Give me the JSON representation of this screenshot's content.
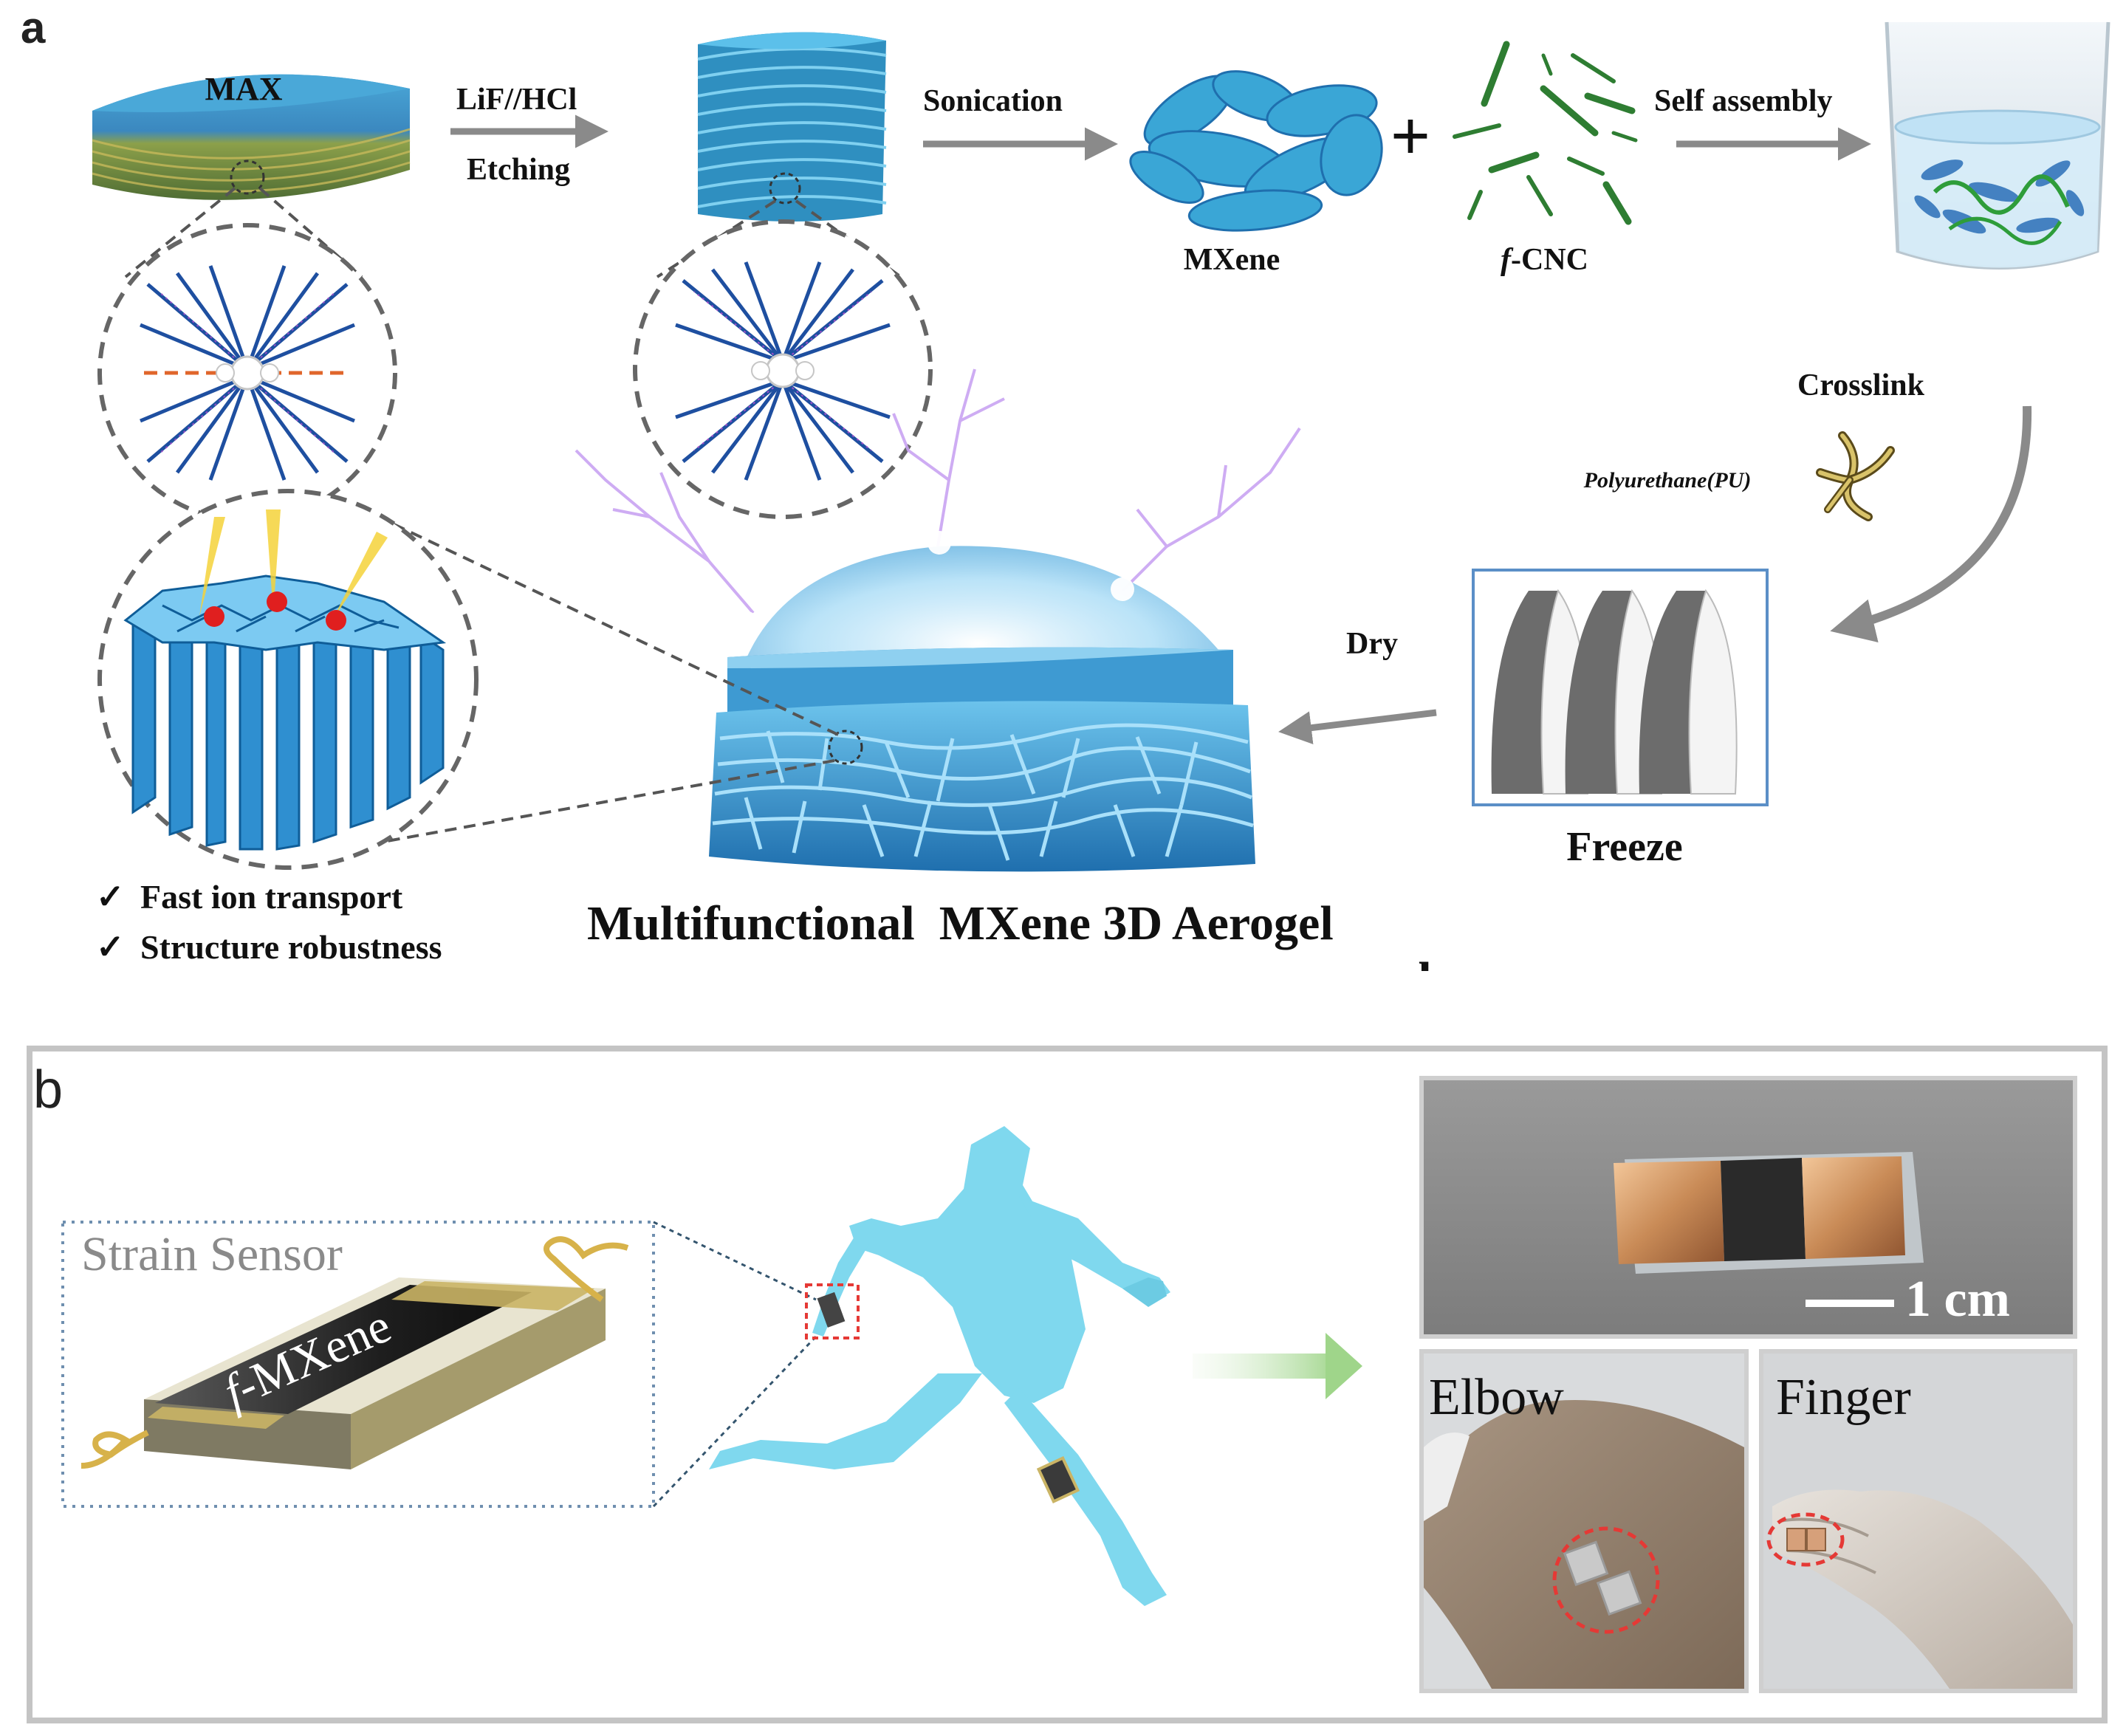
{
  "panel_a": {
    "label": "a",
    "max_label": "MAX",
    "etch_reagent": "LiF//HCl",
    "etch_label": "Etching",
    "sonication_label": "Sonication",
    "mxene_label": "MXene",
    "plus_sign": "+",
    "cnc_prefix": "f",
    "cnc_suffix": "-CNC",
    "self_assembly_label": "Self assembly",
    "crosslink_label": "Crosslink",
    "pu_label": "Polyurethane(PU)",
    "dry_label": "Dry",
    "freeze_label": "Freeze",
    "feature_1": "Fast ion transport",
    "feature_2": "Structure robustness",
    "check_mark": "✓",
    "aerogel_title": "Multifunctional  MXene 3D Aerogel",
    "stray_mark": "d"
  },
  "panel_b": {
    "label": "b",
    "sensor_title": "Strain Sensor",
    "sensor_material_prefix": "f",
    "sensor_material_suffix": "-MXene",
    "scale_bar": "1 cm",
    "elbow_label": "Elbow",
    "finger_label": "Finger"
  },
  "colors": {
    "mxene_blue": "#3aa6d6",
    "deep_blue": "#1f6fae",
    "cnc_green": "#2e7d32",
    "figure_cyan": "#7fd8ee",
    "arrow_gray": "#8a8a8a",
    "dashed_red": "#e53935",
    "frame_gray": "#c4c4c4",
    "gold": "#d7b24a"
  }
}
